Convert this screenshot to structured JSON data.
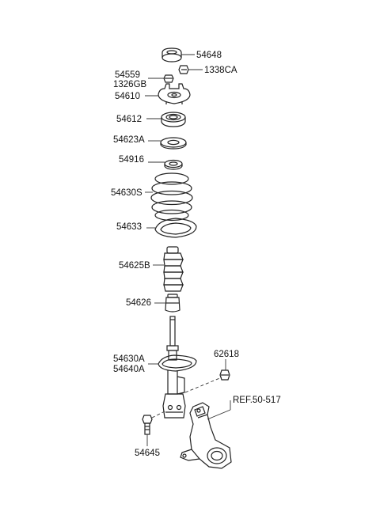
{
  "labels": {
    "p54648": "54648",
    "p1338CA": "1338CA",
    "p54559": "54559",
    "p1326GB": "1326GB",
    "p54610": "54610",
    "p54612": "54612",
    "p54623A": "54623A",
    "p54916": "54916",
    "p54630S": "54630S",
    "p54633": "54633",
    "p54625B": "54625B",
    "p54626": "54626",
    "p54630A": "54630A",
    "p54640A": "54640A",
    "p62618": "62618",
    "p54645": "54645",
    "ref": "REF.50-517"
  }
}
